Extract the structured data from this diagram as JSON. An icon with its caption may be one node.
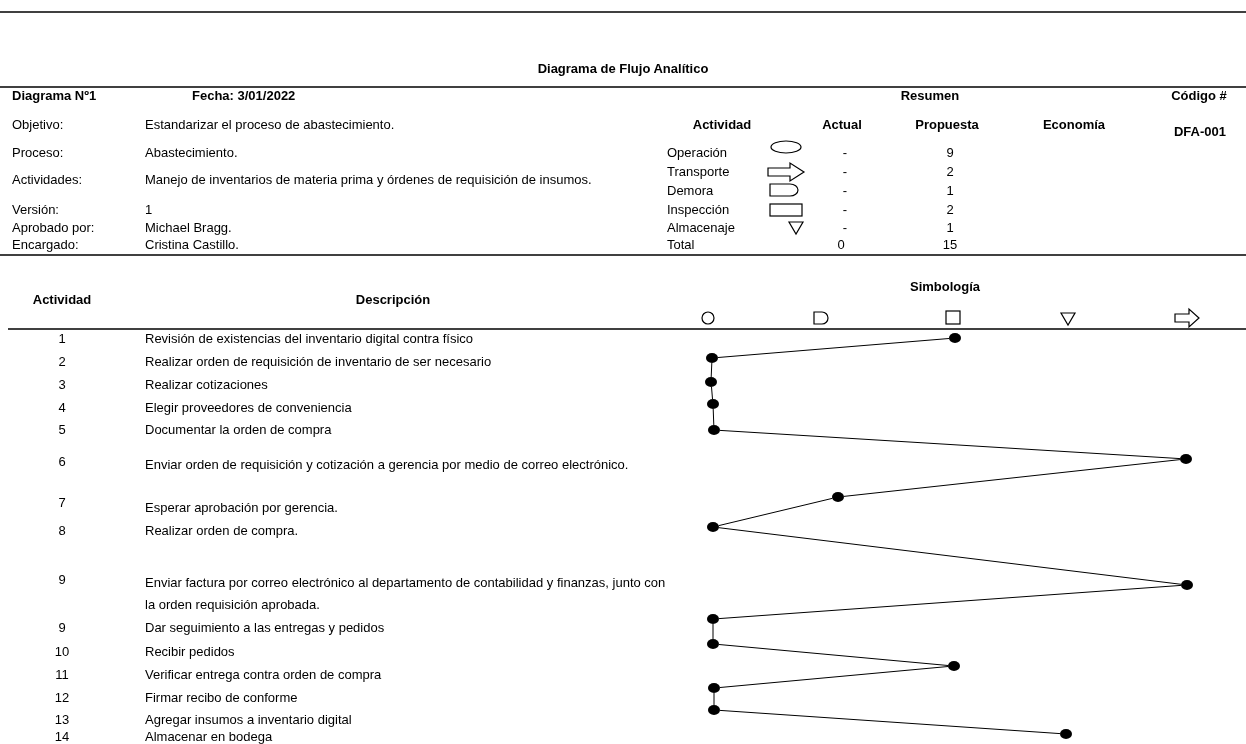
{
  "diagram": {
    "title": "Diagrama de Flujo Analítico",
    "nodes": [
      {
        "text": [],
        "shape": "circle"
      },
      {
        "text": [],
        "shape": "circle"
      },
      {
        "text": [],
        "shape": "circle"
      },
      {
        "text": [],
        "shape": "circle"
      },
      {
        "text": [],
        "shape": "circle"
      },
      {
        "text": [],
        "shape": "circle"
      },
      {
        "text": [],
        "shape": "circle"
      },
      {
        "text": [],
        "shape": "circle"
      },
      {
        "text": [],
        "shape": "circle"
      },
      {
        "text": [],
        "shape": "circle"
      },
      {
        "text": [],
        "shape": "circle"
      },
      {
        "text": [],
        "shape": "circle"
      },
      {
        "text": [],
        "shape": "circle"
      },
      {
        "text": [],
        "shape": "circle"
      },
      {
        "text": [],
        "shape": "circle"
      }
    ],
    "edges": [
      {
        "from": 0,
        "to": 1,
        "arrow": "none"
      },
      {
        "from": 1,
        "to": 2,
        "arrow": "none"
      },
      {
        "from": 2,
        "to": 3,
        "arrow": "none"
      },
      {
        "from": 3,
        "to": 4,
        "arrow": "none"
      },
      {
        "from": 4,
        "to": 5,
        "arrow": "none"
      },
      {
        "from": 5,
        "to": 6,
        "arrow": "none"
      },
      {
        "from": 6,
        "to": 7,
        "arrow": "none"
      },
      {
        "from": 7,
        "to": 8,
        "arrow": "none"
      },
      {
        "from": 8,
        "to": 9,
        "arrow": "none"
      },
      {
        "from": 9,
        "to": 10,
        "arrow": "none"
      },
      {
        "from": 10,
        "to": 11,
        "arrow": "none"
      },
      {
        "from": 11,
        "to": 12,
        "arrow": "none"
      },
      {
        "from": 12,
        "to": 13,
        "arrow": "none"
      },
      {
        "from": 13,
        "to": 14,
        "arrow": "none"
      }
    ],
    "labels": [
      "Diagrama Nº1",
      "Fecha: 3/01/2022",
      "Resumen",
      "Código #",
      "Objetivo:",
      "Estandarizar el proceso de abastecimiento.",
      "Actividad",
      "Actual",
      "Propuesta",
      "Economía",
      "DFA-001",
      "Proceso:",
      "Abastecimiento.",
      "Operación",
      "-",
      "9",
      "Actividades:",
      "Manejo de inventarios de materia prima y órdenes de requisición de insumos.",
      "Transporte",
      "-",
      "2",
      "Demora",
      "-",
      "1",
      "Versión:",
      "1",
      "Inspección",
      "-",
      "2",
      "Aprobado por:",
      "Michael Bragg.",
      "Almacenaje",
      "-",
      "1",
      "Encargado:",
      "Cristina Castillo.",
      "Total",
      "0",
      "15",
      "Simbología",
      "Actividad",
      "Descripción",
      "1",
      "Revisión de existencias del inventario digital contra físico",
      "2",
      "Realizar orden de requisición de inventario de ser necesario",
      "3",
      "Realizar cotizaciones",
      "4",
      "Elegir proveedores de conveniencia",
      "5",
      "Documentar la orden de compra",
      "6",
      "Enviar orden de requisición y cotización a gerencia por medio de correo electrónico.",
      "7",
      "Esperar aprobación por gerencia.",
      "8",
      "Realizar orden de compra.",
      "9",
      "Enviar factura por correo electrónico al departamento de contabilidad y finanzas, junto con la orden requisición aprobada.",
      "9",
      "Dar seguimiento a las entregas y pedidos",
      "10",
      "Recibir pedidos",
      "11",
      "Verificar entrega contra orden de compra",
      "12",
      "Firmar recibo de conforme",
      "13",
      "Agregar insumos a inventario digital",
      "14",
      "Almacenar en bodega"
    ]
  }
}
